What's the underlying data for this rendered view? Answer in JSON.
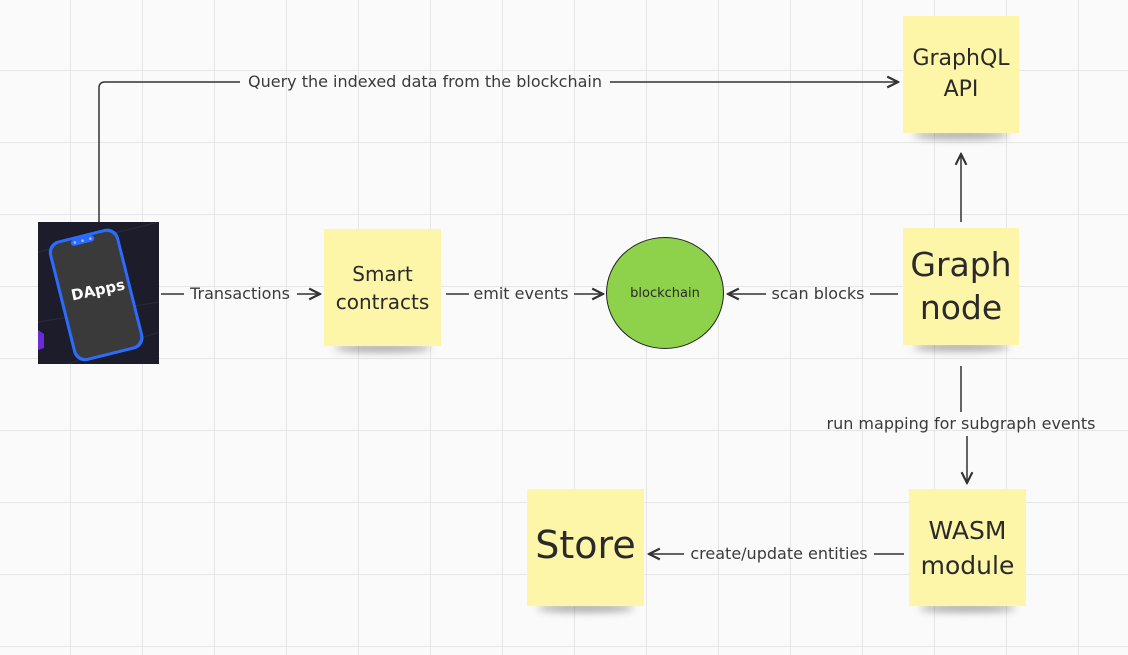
{
  "nodes": {
    "graphql_api": "GraphQL\nAPI",
    "smart_contracts": "Smart\ncontracts",
    "blockchain": "blockchain",
    "graph_node": "Graph\nnode",
    "wasm_module": "WASM\nmodule",
    "store": "Store",
    "dapps": "DApps"
  },
  "edges": {
    "query": "Query the indexed data from the blockchain",
    "transactions": "Transactions",
    "emit_events": "emit events",
    "scan_blocks": "scan blocks",
    "run_mapping": "run mapping for subgraph events",
    "create_update": "create/update entities"
  },
  "colors": {
    "note": "#fdf5a7",
    "blockchain_fill": "#8ed14a",
    "phone_frame": "#2b6cff",
    "phone_screen": "#3b3b3b",
    "phone_bg": "#1f1f2e",
    "arrow": "#333333"
  }
}
